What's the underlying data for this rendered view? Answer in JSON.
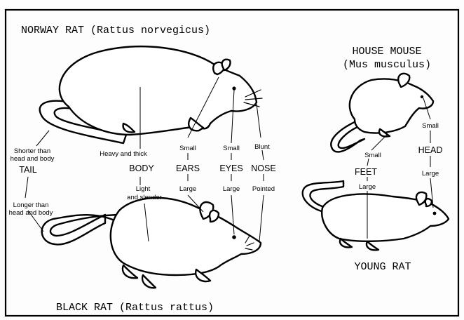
{
  "titles": {
    "norway": "NORWAY RAT (Rattus norvegicus)",
    "house_mouse_line1": "HOUSE MOUSE",
    "house_mouse_line2": "(Mus musculus)",
    "black": "BLACK RAT (Rattus rattus)",
    "young": "YOUNG RAT"
  },
  "tail": {
    "name": "TAIL",
    "norway_line1": "Shorter than",
    "norway_line2": "head and body",
    "black_line1": "Longer than",
    "black_line2": "head and body"
  },
  "body": {
    "name": "BODY",
    "norway": "Heavy and thick",
    "black_line1": "Light",
    "black_line2": "and slender"
  },
  "ears": {
    "name": "EARS",
    "norway": "Small",
    "black": "Large"
  },
  "eyes": {
    "name": "EYES",
    "norway": "Small",
    "black": "Large"
  },
  "nose": {
    "name": "NOSE",
    "norway": "Blunt",
    "black": "Pointed"
  },
  "feet": {
    "name": "FEET",
    "mouse": "Small",
    "young": "Large"
  },
  "head": {
    "name": "HEAD",
    "mouse": "Small",
    "young": "Large"
  }
}
